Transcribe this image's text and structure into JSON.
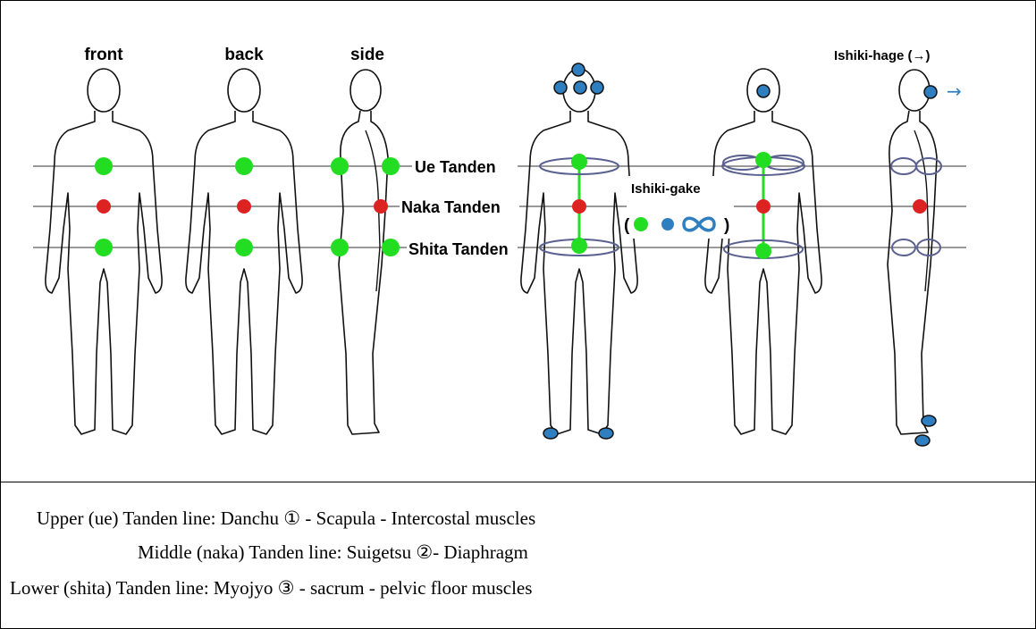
{
  "view_labels": {
    "front": "front",
    "back": "back",
    "side": "side"
  },
  "tanden_labels": {
    "ue": "Ue Tanden",
    "naka": "Naka Tanden",
    "shita": "Shita Tanden"
  },
  "ishiki_gake": {
    "title": "Ishiki-gake",
    "open_paren": "(",
    "close_paren": ")"
  },
  "ishiki_hage": {
    "label": "Ishiki-hage (→)",
    "arrow": "→"
  },
  "captions": [
    "Upper (ue) Tanden line:    Danchu  ①  - Scapula - Intercostal muscles",
    "Middle (naka) Tanden line:    Suigetsu  ②- Diaphragm",
    "Lower (shita) Tanden line:    Myojyo  ③  - sacrum - pelvic floor muscles"
  ],
  "colors": {
    "green_point": "#22dd22",
    "red_point": "#dd2222",
    "blue_point": "#2f7fc0",
    "ring": "#5a6090",
    "line": "#333333"
  },
  "icons": [
    "infinity-icon",
    "arrow-right-icon"
  ]
}
